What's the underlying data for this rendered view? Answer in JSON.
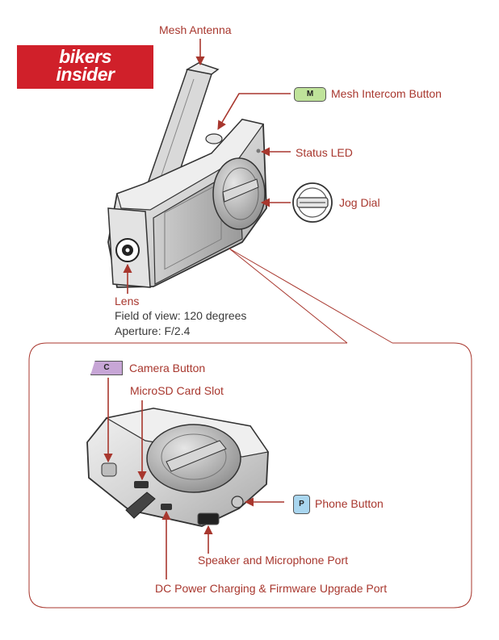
{
  "logo": {
    "line1": "bikers",
    "line2": "insider"
  },
  "labels": {
    "mesh_antenna": "Mesh Antenna",
    "mesh_intercom_button": "Mesh Intercom Button",
    "status_led": "Status LED",
    "jog_dial": "Jog Dial",
    "lens": "Lens",
    "camera_button": "Camera Button",
    "microsd_slot": "MicroSD Card Slot",
    "phone_button": "Phone Button",
    "speaker_mic_port": "Speaker and Microphone Port",
    "dc_power_port": "DC Power Charging & Firmware Upgrade Port"
  },
  "lens_specs": {
    "field_of_view": "Field of view: 120 degrees",
    "aperture": "Aperture: F/2.4"
  },
  "badges": {
    "mesh": "M",
    "camera": "C",
    "phone": "P"
  },
  "colors": {
    "label": "#a8372e",
    "logo_bg": "#d0202a",
    "badge_mesh": "#bfe39a",
    "badge_camera": "#c7a6d6",
    "badge_phone": "#a9d6ef"
  }
}
